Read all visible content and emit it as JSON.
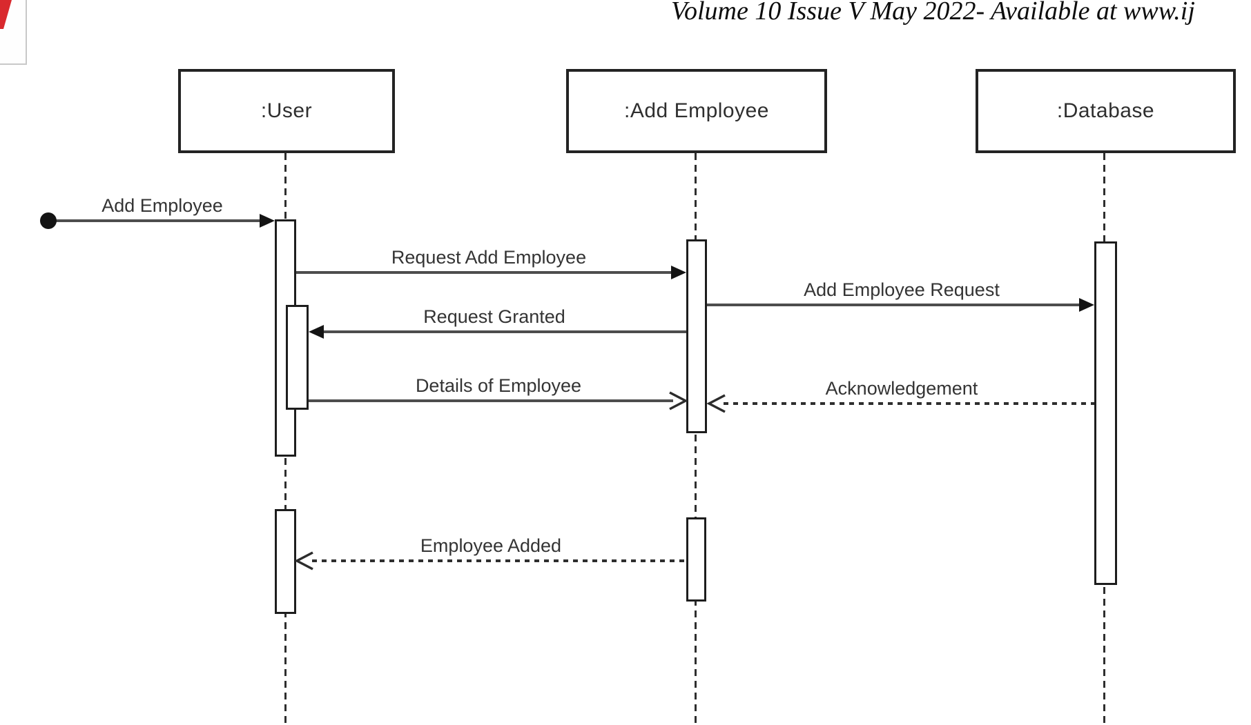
{
  "page": {
    "journal_header_text": "Volume 10 Issue V May 2022- Available at www.ij"
  },
  "logo": {
    "description": "red-journal-logo-fragment",
    "color": "#d9292e"
  },
  "diagram": {
    "type": "uml-sequence-diagram",
    "colors": {
      "message_line": "#4d4d4d",
      "border": "#1d1d1d",
      "text": "#343434",
      "background": "#ffffff"
    },
    "lifelines": [
      {
        "id": "user",
        "label": ":User"
      },
      {
        "id": "add-employee",
        "label": ":Add Employee"
      },
      {
        "id": "database",
        "label": ":Database"
      }
    ],
    "messages": [
      {
        "label": "Add Employee",
        "from": "start-node",
        "to": ":User",
        "line": "solid",
        "arrowhead": "filled",
        "direction": "right"
      },
      {
        "label": "Request Add Employee",
        "from": ":User",
        "to": ":Add Employee",
        "line": "solid",
        "arrowhead": "filled",
        "direction": "right"
      },
      {
        "label": "Add Employee Request",
        "from": ":Add Employee",
        "to": ":Database",
        "line": "solid",
        "arrowhead": "filled",
        "direction": "right"
      },
      {
        "label": "Request Granted",
        "from": ":Add Employee",
        "to": ":User",
        "line": "solid",
        "arrowhead": "filled",
        "direction": "left"
      },
      {
        "label": "Details of Employee",
        "from": ":User",
        "to": ":Add Employee",
        "line": "solid",
        "arrowhead": "open",
        "direction": "right"
      },
      {
        "label": "Acknowledgement",
        "from": ":Database",
        "to": ":Add Employee",
        "line": "dashed",
        "arrowhead": "open",
        "direction": "left"
      },
      {
        "label": "Employee Added",
        "from": ":Add Employee",
        "to": ":User",
        "line": "dashed",
        "arrowhead": "open",
        "direction": "left"
      }
    ]
  }
}
